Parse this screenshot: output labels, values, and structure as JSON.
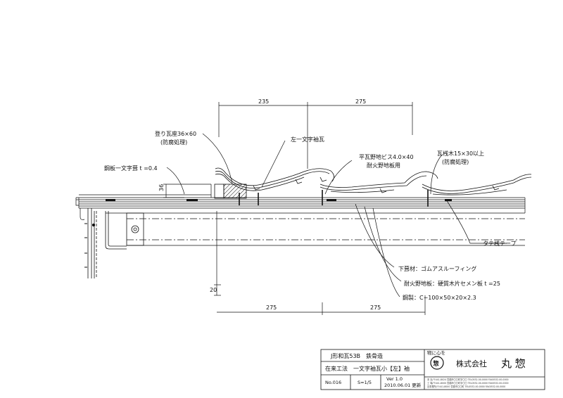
{
  "dimensions": {
    "top_left": "235",
    "top_right": "275",
    "bottom_left": "275",
    "bottom_right": "275",
    "height_36": "36",
    "height_20": "20"
  },
  "labels": {
    "nobori_kawara_1": "登り瓦座36×60",
    "nobori_kawara_2": "(防腐処理)",
    "hidari_ichimonji": "左一文字袖瓦",
    "kouban_ichimonji": "鋼板一文字葺 t =0.4",
    "hira_kawara_1": "平瓦野地ビス4.0×40",
    "hira_kawara_2": "耐火野地板用",
    "kawarasan_1": "瓦桟木15×30以上",
    "kawarasan_2": "(防腐処理)",
    "tate_tape": "タテ桟テープ",
    "shitabuki": "下葺材：ゴムアスルーフィング",
    "taika_noji": "耐火野地板：硬質木片セメン板 t =25",
    "kouzai": "鋼製：C−100×50×20×2.3"
  },
  "title_block": {
    "series": "J形和瓦53B　鉄骨造",
    "method": "在来工法　一文字袖瓦小【左】袖",
    "number": "No.016",
    "scale": "S=1/5",
    "version": "Ver 1.0",
    "date": "2010.06.01 更新",
    "motto": "物に心を",
    "company_prefix": "株式会社",
    "company_name": "丸 惣",
    "address_1": "本 社/〒441-8024 豊橋市〇〇町字〇〇 TEL0532-00-0000 FAX0532-00-0000",
    "address_2": "工 場/〒441-8000 豊橋市〇〇町字〇〇 TEL0532-00-0000 FAX0532-00-0000",
    "address_3": "瓦事業所/〒441-8000 豊橋市〇〇町 TEL0532-00-0000 FAX0532-00-0000"
  },
  "colors": {
    "line": "#111111",
    "background": "#ffffff"
  }
}
